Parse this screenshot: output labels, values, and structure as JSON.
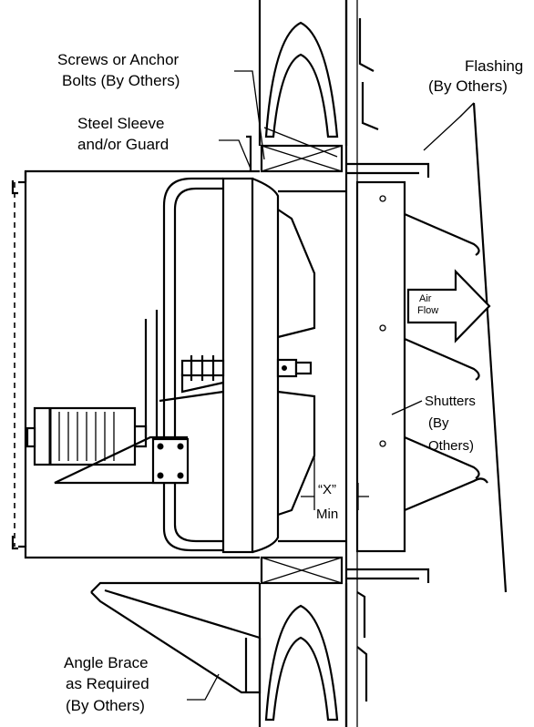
{
  "labels": {
    "screws_line1": "Screws or Anchor",
    "screws_line2": "Bolts (By Others)",
    "sleeve_line1": "Steel Sleeve",
    "sleeve_line2": "and/or Guard",
    "flashing_line1": "Flashing",
    "flashing_line2": "(By Others)",
    "airflow_line1": "Air",
    "airflow_line2": "Flow",
    "shutters_line1": "Shutters",
    "shutters_line2": "(By",
    "shutters_line3": "Others)",
    "xmin_line1": "“X”",
    "xmin_line2": "Min",
    "brace_line1": "Angle Brace",
    "brace_line2": "as Required",
    "brace_line3": "(By Others)"
  }
}
